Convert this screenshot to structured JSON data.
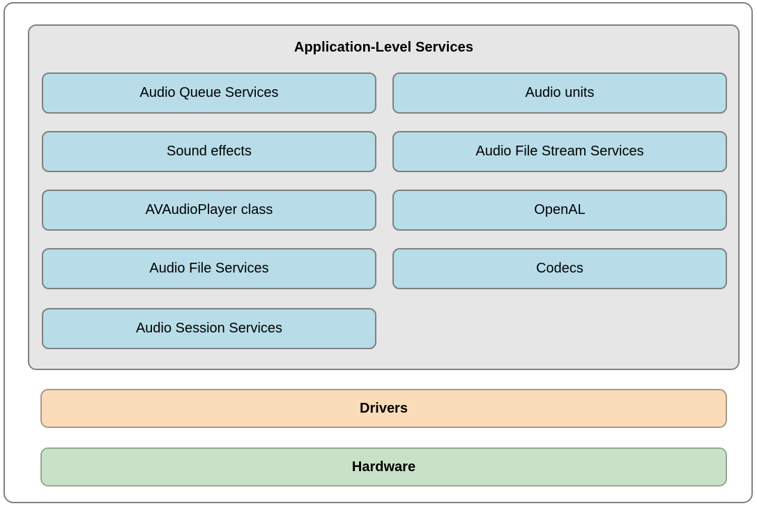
{
  "diagram": {
    "title": "Application-Level Services",
    "services_panel": {
      "label": "Application-Level Services",
      "fill_color": "#e6e6e6",
      "border_color": "#808080",
      "box_fill_color": "#b8dde8",
      "box_border_color": "#808080",
      "left_column": [
        {
          "label": "Audio Queue Services"
        },
        {
          "label": "Sound effects"
        },
        {
          "label": "AVAudioPlayer class"
        },
        {
          "label": "Audio File Services"
        },
        {
          "label": "Audio Session Services"
        }
      ],
      "right_column": [
        {
          "label": "Audio units"
        },
        {
          "label": "Audio File Stream Services"
        },
        {
          "label": "OpenAL"
        },
        {
          "label": "Codecs"
        }
      ]
    },
    "layers": [
      {
        "label": "Drivers",
        "fill_color": "#fadcb8",
        "border_color": "#a89984"
      },
      {
        "label": "Hardware",
        "fill_color": "#c8e2c8",
        "border_color": "#93a893"
      }
    ]
  }
}
